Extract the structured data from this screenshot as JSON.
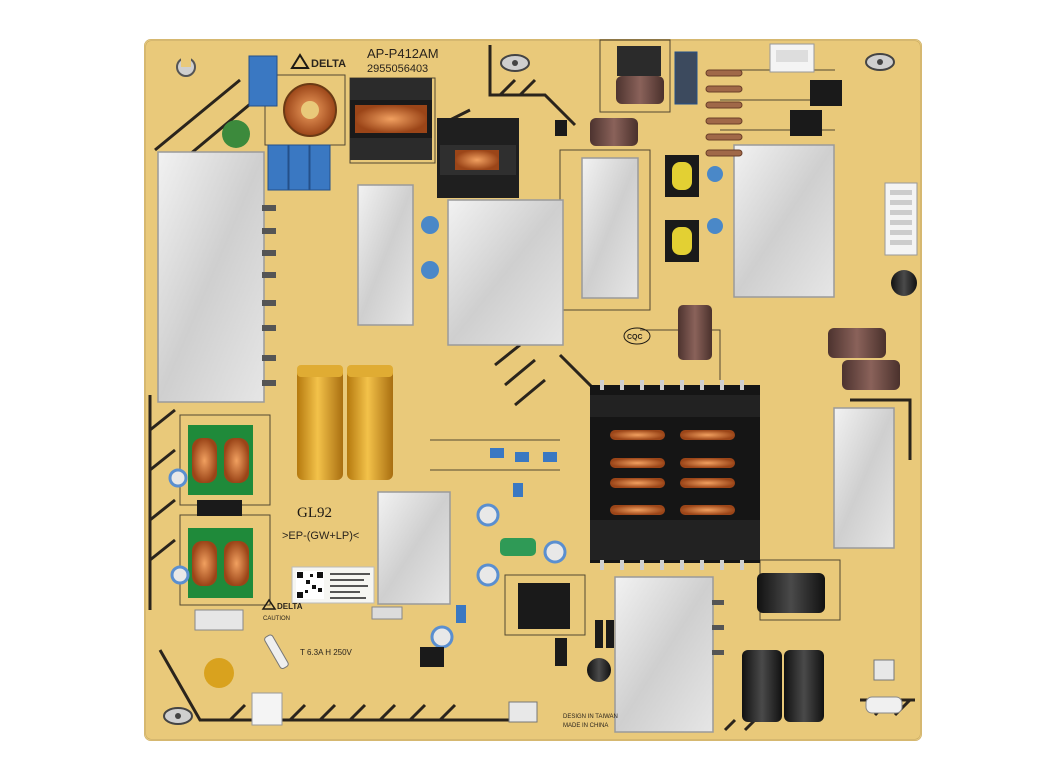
{
  "board": {
    "brand": "DELTA",
    "model": "AP-P412AM",
    "part_number": "2955056403",
    "series_label": "GL92",
    "material_code": ">EP-(GW+LP)<",
    "fuse_rating": "T 6.3A H 250V",
    "caution_title": "CAUTION",
    "origin_line_1": "DESIGN IN TAIWAN",
    "origin_line_2": "MADE IN CHINA",
    "cqc_mark": "CQC",
    "colors": {
      "pcb": "#e9c97a",
      "silkscreen": "#1e1a14",
      "heatsink": "#d9d9d9",
      "copper": "#c0622a",
      "x_capacitor": "#3a78c2",
      "electrolytic": "#6b4a44",
      "bulk_capacitor": "#d9a21e"
    }
  }
}
